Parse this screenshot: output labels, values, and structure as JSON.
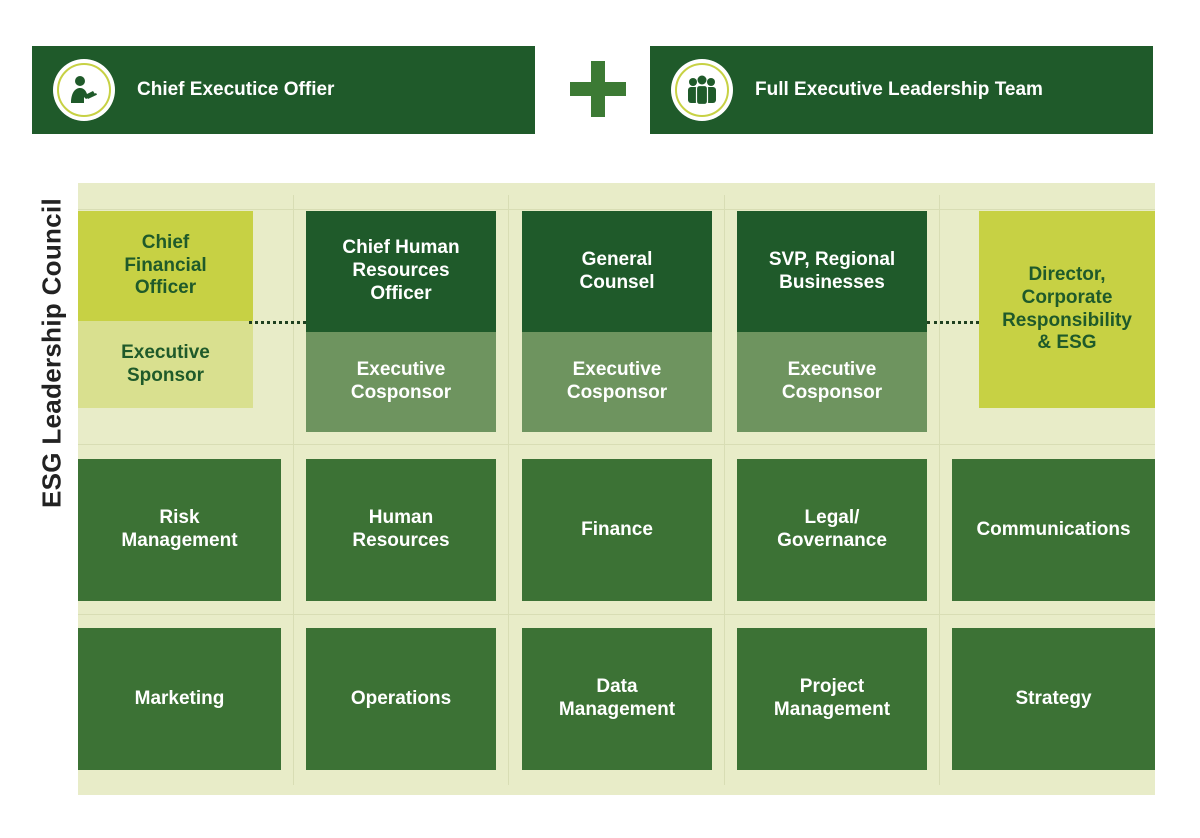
{
  "top": {
    "ceo": {
      "label": "Chief Executice Offier",
      "icon": "person-reading-icon"
    },
    "plus_icon": "plus-icon",
    "team": {
      "label": "Full Executive Leadership Team",
      "icon": "group-people-icon"
    }
  },
  "council": {
    "title": "ESG Leadership Council",
    "leaders": [
      {
        "title": "Chief\nFinancial\nOfficer",
        "role": "Executive\nSponsor"
      },
      {
        "title": "Chief Human\nResources\nOfficer",
        "role": "Executive\nCosponsor"
      },
      {
        "title": "General\nCounsel",
        "role": "Executive\nCosponsor"
      },
      {
        "title": "SVP, Regional\nBusinesses",
        "role": "Executive\nCosponsor"
      },
      {
        "title": "Director,\nCorporate\nResponsibility\n& ESG"
      }
    ],
    "functions_row1": [
      "Risk\nManagement",
      "Human\nResources",
      "Finance",
      "Legal/\nGovernance",
      "Communications"
    ],
    "functions_row2": [
      "Marketing",
      "Operations",
      "Data\nManagement",
      "Project\nManagement",
      "Strategy"
    ]
  },
  "colors": {
    "dark_green": "#1f5a2a",
    "medium_green": "#3c7235",
    "muted_green": "#6e945f",
    "yellow_green": "#c7d144",
    "light_yellow_green": "#d9e08f",
    "background_tint": "#e8ecc8"
  }
}
